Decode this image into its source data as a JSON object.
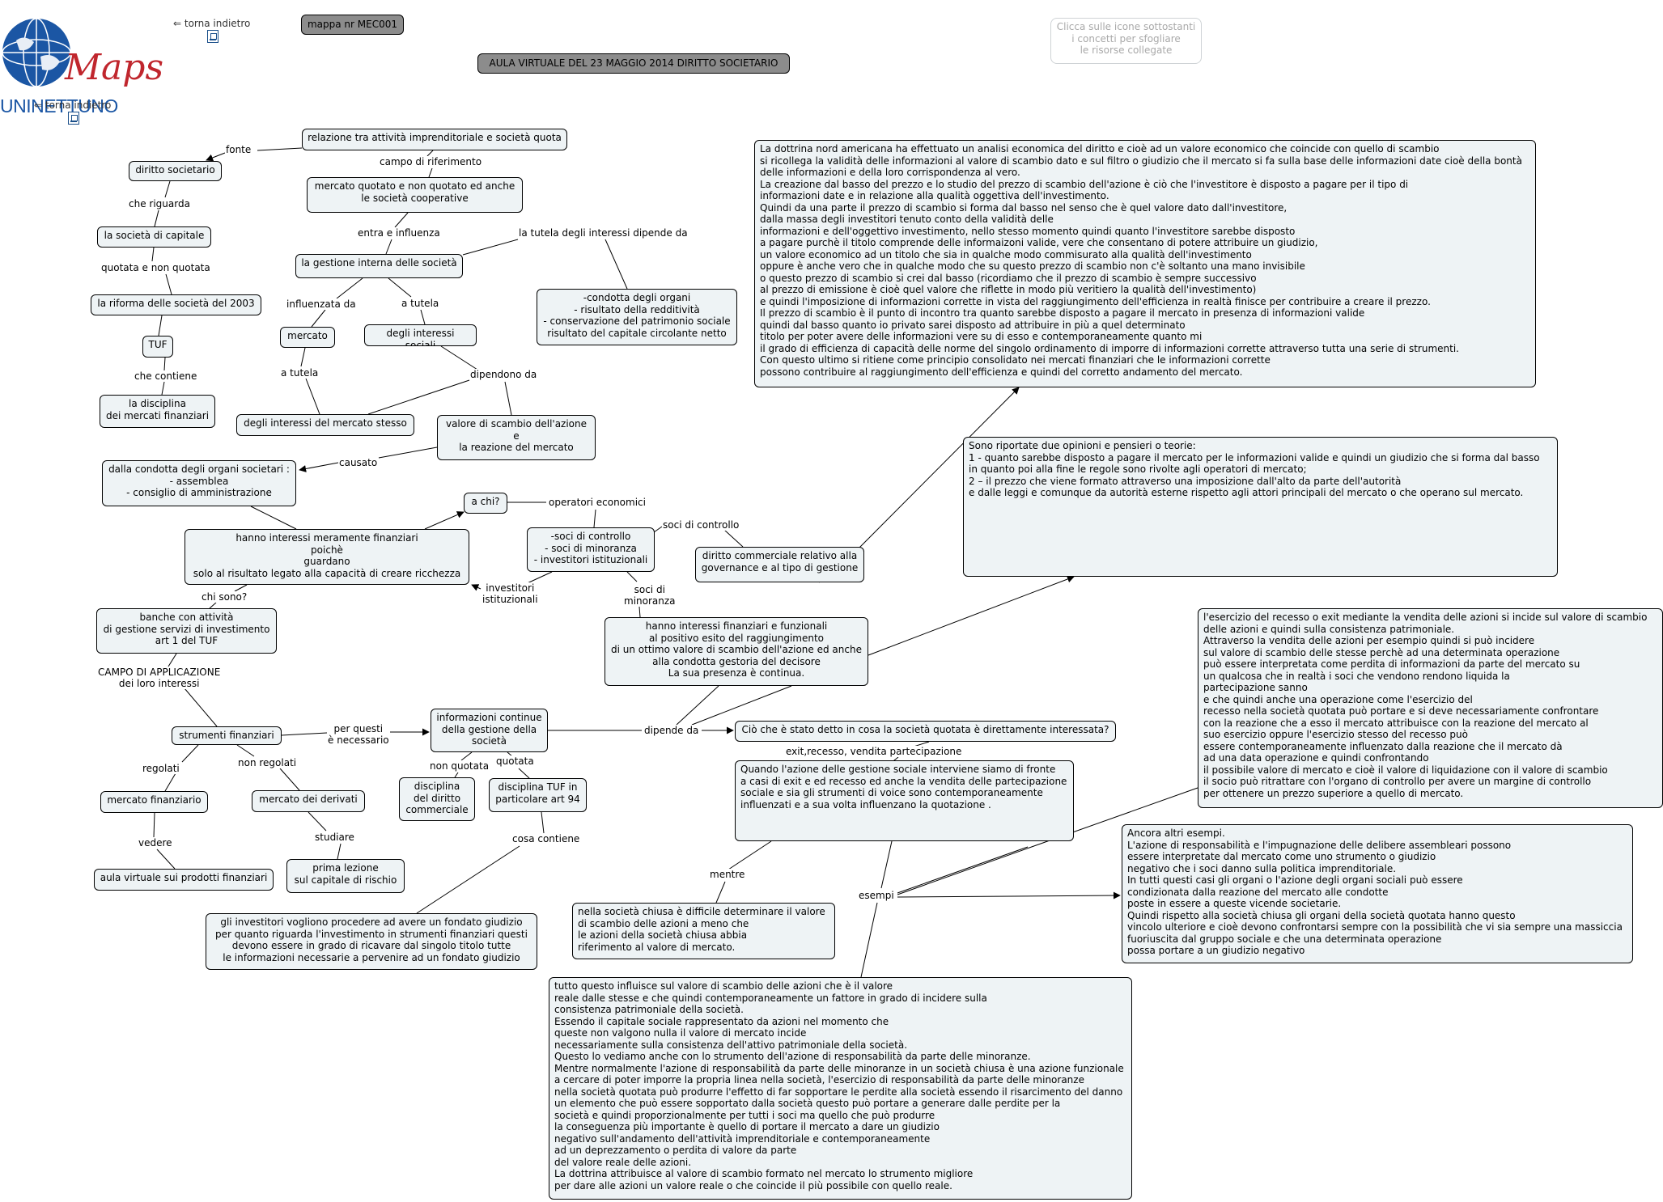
{
  "header": {
    "brand_script": "Maps",
    "brand_name": "UNINETTUNO",
    "back_label": "⇐ torna indietro",
    "map_id": "mappa nr MEC001",
    "title": "AULA VIRTUALE DEL 23 MAGGIO 2014 DIRITTO SOCIETARIO",
    "hint": "Clicca sulle icone sottostanti\ni concetti per sfogliare\nle risorse collegate"
  },
  "colors": {
    "node_fill": "#eef3f5",
    "dark_node": "#8c8c8c",
    "brand_red": "#c0262d",
    "brand_blue": "#1b56a4"
  },
  "nodes": {
    "relazione": "relazione tra attività imprenditoriale e società quota",
    "diritto": "diritto societario",
    "mercato_quotato": "mercato quotato e non quotato ed anche\nle società cooperative",
    "soc_capitale": "la società di capitale",
    "gestione": "la gestione interna delle società",
    "riforma": "la riforma delle società del 2003",
    "condotta": "-condotta degli organi\n- risultato della redditività\n- conservazione del patrimonio sociale\nrisultato del capitale circolante netto",
    "tuf": "TUF",
    "mercato": "mercato",
    "interessi_sociali": "degli interessi sociali",
    "disciplina_mf": "la disciplina\ndei mercati finanziari",
    "interessi_mercato": "degli interessi del mercato stesso",
    "valore_scambio": "valore di scambio dell'azione\ne\nla reazione del mercato",
    "dalla_condotta": "dalla condotta degli organi societari :\n- assemblea\n- consiglio di amministrazione",
    "a_chi": "a chi?",
    "soci": "-soci di controllo\n- soci di minoranza\n- investitori istituzionali",
    "hanno_fin": "hanno interessi meramente finanziari\npoichè\nguardano\nsolo al risultato legato alla capacità di creare ricchezza",
    "diritto_comm": "diritto commerciale relativo alla\ngovernance e al tipo di gestione",
    "banche": "banche con attività\ndi gestione servizi di investimento\nart 1 del TUF",
    "hanno_funz": "hanno interessi finanziari e funzionali\nal positivo esito del raggiungimento\ndi un ottimo valore di scambio dell'azione ed anche\nalla condotta gestoria del decisore\nLa sua presenza è continua.",
    "strumenti": "strumenti finanziari",
    "info_continue": "informazioni continue\ndella gestione della\nsocietà",
    "cio_che": "Ciò che è stato detto in cosa la società quotata è direttamente interessata?",
    "quando": "Quando l'azione delle gestione sociale interviene siamo di fronte\na casi di exit e ed recesso ed anche la vendita delle partecipazione\nsociale e sia gli strumenti di voice sono contemporaneamente\n influenzati  e a sua volta influenzano la quotazione .",
    "mercato_fin": "mercato finanziario",
    "mercato_der": "mercato dei derivati",
    "disc_comm": "disciplina\ndel diritto\ncommerciale",
    "disc_tuf": "disciplina TUF in\nparticolare art 94",
    "aula_prod": "aula virtuale sui prodotti finanziari",
    "prima_lezione": "prima lezione\nsul capitale di rischio",
    "investitori": "gli investitori vogliono procedere ad avere un fondato giudizio\nper quanto riguarda l'investimento in strumenti finanziari questi\ndevono essere in grado di ricavare dal singolo titolo tutte\nle informazioni necessarie a pervenire ad un fondato giudizio",
    "soc_chiusa": "nella società chiusa è difficile determinare il valore\ndi scambio delle azioni a meno che\n le azioni della società chiusa abbia\nriferimento al valore di mercato.",
    "dottrina": "La dottrina nord americana ha effettuato un analisi economica del diritto  e cioè ad un valore economico che coincide con quello di scambio\nsi ricollega la validità delle informazioni al valore di scambio dato e sul filtro o giudizio che il mercato si fa sulla base delle informazioni date cioè della bontà\ndelle informazioni e della loro corrispondenza al vero.\n La creazione dal basso del prezzo e lo studio del prezzo di scambio dell'azione è ciò che l'investitore è disposto a pagare per il tipo di\n informazioni date  e in relazione alla qualità oggettiva dell'investimento.\nQuindi da una parte il prezzo di scambio si forma dal basso  nel senso che è quel valore dato dall'investitore,\n dalla massa degli investitori tenuto conto della validità delle\ninformazioni e dell'oggettivo investimento, nello stesso momento quindi quanto l'investitore sarebbe disposto\na pagare purchè il titolo comprende delle informaizoni valide, vere che consentano di potere attribuire un giudizio,\n un valore economico ad un  titolo che sia in qualche modo commisurato alla qualità dell'investimento\n oppure è anche vero che in qualche modo che su questo prezzo di scambio non c'è soltanto una mano invisibile\n o questo prezzo di scambio si crei dal basso (ricordiamo che il prezzo di scambio è sempre successivo\nal prezzo di emissione è cioè quel valore che riflette in modo più veritiero la qualità dell'investimento)\n e quindi l'imposizione di informazioni corrette in vista del raggiungimento dell'efficienza in realtà finisce per contribuire a creare il prezzo.\n Il prezzo di scambio è il punto di incontro tra quanto sarebbe disposto a pagare il mercato in presenza di informazioni valide\nquindi dal basso quanto io privato sarei disposto ad attribuire  in più a quel determinato\n titolo per poter avere delle informazioni vere su di esso e  contemporaneamente quanto mi\n il grado di efficienza di capacità delle norme del singolo ordinamento  di imporre di informazioni corrette attraverso tutta una serie di strumenti.\n Con questo ultimo si ritiene come principio consolidato nei mercati  finanziari che le informazioni corrette\n possono contribuire al raggiungimento dell'efficienza e quindi  del corretto andamento del mercato.",
    "opinioni": " Sono riportate due opinioni e  pensieri o teorie:\n1 - quanto sarebbe disposto  a pagare il mercato per  le informazioni valide e quindi un giudizio che si forma dal basso\n in quanto poi alla fine le regole sono rivolte agli operatori di mercato;\n2 – il prezzo che viene formato attraverso una imposizione dall'alto da  parte dell'autorità\n e dalle leggi e comunque da autorità esterne rispetto agli attori principali del mercato o che operano sul mercato.",
    "recesso": "l'esercizio del recesso  o exit mediante la vendita delle azioni si incide sul valore di scambio\ndelle azioni e quindi sulla consistenza patrimoniale.\n Attraverso la vendita delle azioni per esempio quindi si può incidere\nsul valore di scambio delle stesse perchè ad una determinata operazione\n può essere interpretata come perdita di informazioni da parte del mercato su\n un qualcosa che in realtà i soci che vendono rendono liquida la\npartecipazione sanno\n e che quindi anche una operazione come l'esercizio del\n recesso nella società quotata può portare e si deve necessariamente confrontare\n con la reazione che a esso il mercato attribuisce con la reazione del mercato al\n suo esercizio oppure l'esercizio stesso del recesso può\nessere contemporaneamente influenzato dalla reazione che il mercato dà\nad una data operazione e quindi confrontando\n il possibile valore di mercato e cioè il valore di liquidazione con il valore di scambio\n il socio può ritrattare con l'organo di controllo per avere un margine di controllo\nper ottenere un prezzo superiore a quello di mercato.",
    "altri_esempi": "Ancora altri esempi.\nL'azione di responsabilità e l'impugnazione delle delibere assembleari possono\n essere interpretate dal mercato come uno strumento o giudizio\nnegativo che i soci danno sulla politica imprenditoriale.\nIn tutti questi casi gli organi o l'azione degli organi sociali può essere\ncondizionata dalla reazione del mercato alle condotte\n poste in essere a queste vicende societarie.\n Quindi rispetto alla società chiusa gli organi della società quotata hanno questo\n vincolo ulteriore e cioè devono confrontarsi sempre con la possibilità che vi sia sempre una massiccia\n fuoriuscita dal gruppo sociale e che una determinata operazione\n possa portare a un giudizio negativo",
    "tutto_questo": "tutto questo influisce sul valore di scambio delle azioni che è il valore\nreale dalle stesse e  che quindi contemporaneamente un fattore in grado di incidere sulla\nconsistenza patrimoniale della società.\n Essendo il capitale sociale rappresentato da azioni nel momento che\n queste non valgono nulla il valore di mercato incide\n necessariamente sulla consistenza dell'attivo patrimoniale della società.\n Questo lo vediamo anche con lo strumento dell'azione di responsabilità da parte delle minoranze.\nMentre normalmente l'azione di responsabilità da parte delle minoranze in un società chiusa è una azione funzionale\n a cercare di poter imporre la propria linea nella società, l'esercizio di responsabilità da parte delle minoranze\nnella società quotata può produrre l'effetto di far sopportare le perdite alla società essendo il risarcimento del danno\nun elemento che può essere sopportato dalla società questo può portare a generare dalle perdite per la\nsocietà e quindi proporzionalmente per tutti i soci ma quello che può produrre\nla conseguenza più importante è quello di portare il mercato a dare un giudizio\n negativo sull'andamento dell'attività imprenditoriale e contemporaneamente\nad un deprezzamento o perdita di valore da parte\ndel valore reale delle azioni.\n La dottrina attribuisce al valore di scambio formato nel mercato lo strumento migliore\n per dare alle azioni un valore reale o che coincide il più possibile con quello reale."
  },
  "links": {
    "fonte": "fonte",
    "campo_rif": "campo di riferimento",
    "che_riguarda": "che riguarda",
    "entra": "entra e influenza",
    "tutela_dipende": "la tutela degli interessi dipende da",
    "quotata_non": "quotata e non quotata",
    "influenzata": "influenzata da",
    "a_tutela1": "a tutela",
    "che_contiene": "che contiene",
    "a_tutela2": "a tutela",
    "dipendono": "dipendono da",
    "causato": "causato",
    "operatori": "operatori economici",
    "soci_controllo": "soci di controllo",
    "inv_ist": "investitori\nistituzionali",
    "soci_minoranza": "soci di\nminoranza",
    "chi_sono": "chi sono?",
    "campo_app": "CAMPO DI APPLICAZIONE\ndei loro interessi",
    "per_questi": "per questi\nè necessario",
    "dipende_da": "dipende da",
    "regolati": "regolati",
    "non_regolati": "non regolati",
    "non_quotata": "non quotata",
    "quotata": "quotata",
    "exit": "exit,recesso, vendita partecipazione",
    "vedere": "vedere",
    "studiare": "studiare",
    "cosa_contiene": "cosa contiene",
    "mentre": "mentre",
    "esempi": "esempi"
  }
}
